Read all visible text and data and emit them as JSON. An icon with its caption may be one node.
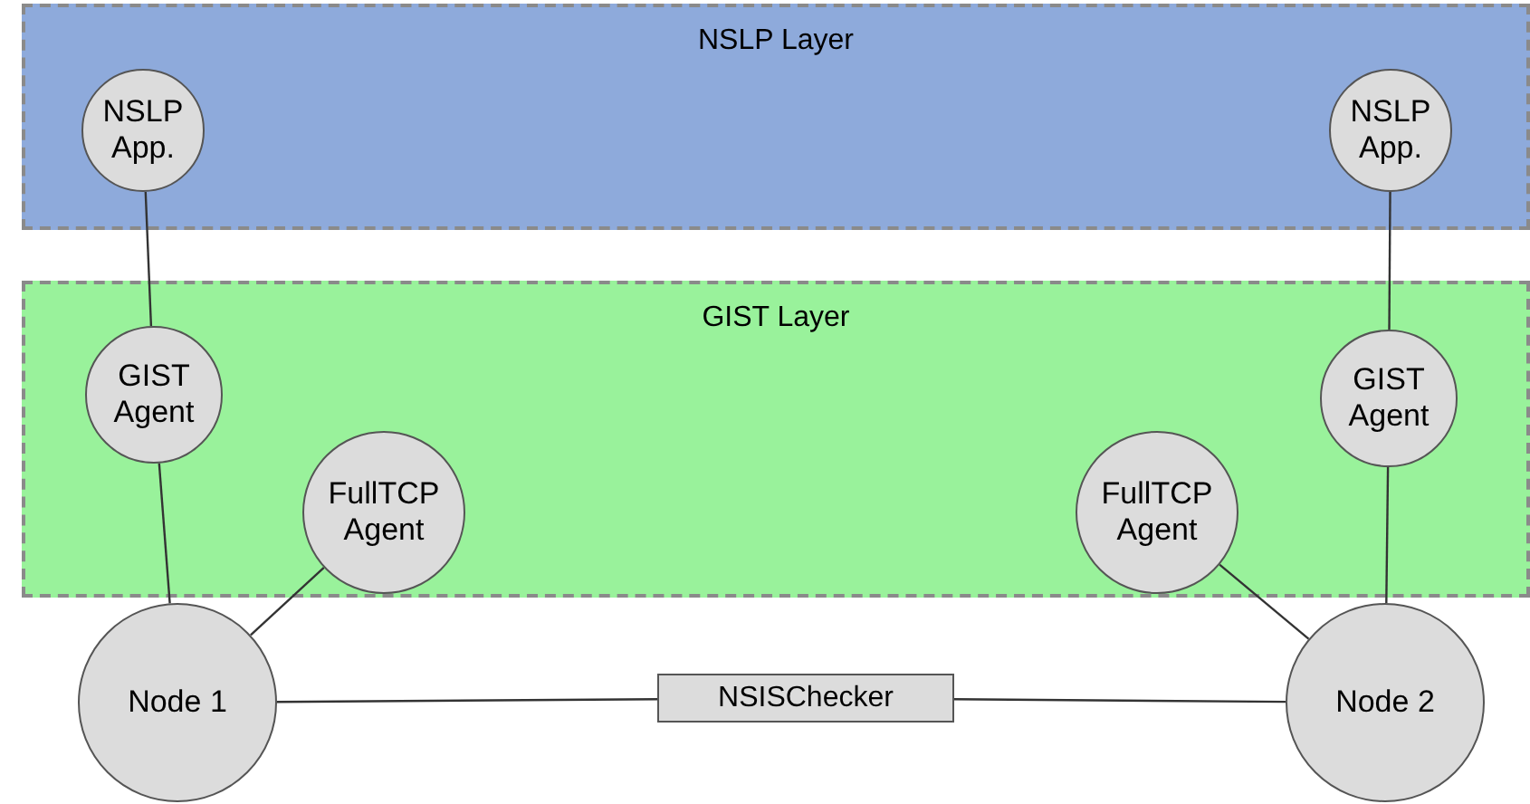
{
  "diagram": {
    "nodes": [
      {
        "text": [
          "NSLP Layer"
        ]
      },
      {
        "text": [
          "NSLP App."
        ],
        "in": 0
      },
      {
        "text": [
          "NSLP App."
        ],
        "in": 0
      },
      {
        "text": [
          "GIST Layer"
        ]
      },
      {
        "text": [
          "GIST Agent"
        ],
        "in": 3
      },
      {
        "text": [
          "FullTCP Agent"
        ],
        "in": 3
      },
      {
        "text": [
          "FullTCP Agent"
        ],
        "in": 3
      },
      {
        "text": [
          "GIST Agent"
        ],
        "in": 3
      },
      {
        "text": [
          "Node 1"
        ]
      },
      {
        "text": [
          "NSISChecker"
        ]
      },
      {
        "text": [
          "Node 2"
        ]
      }
    ],
    "edges": [
      {
        "from": 1,
        "to": 4,
        "arrow": "none"
      },
      {
        "from": 2,
        "to": 7,
        "arrow": "none"
      },
      {
        "from": 4,
        "to": 8,
        "arrow": "none"
      },
      {
        "from": 5,
        "to": 8,
        "arrow": "none"
      },
      {
        "from": 7,
        "to": 10,
        "arrow": "none"
      },
      {
        "from": 6,
        "to": 10,
        "arrow": "none"
      },
      {
        "from": 8,
        "to": 9,
        "arrow": "none"
      },
      {
        "from": 9,
        "to": 10,
        "arrow": "none"
      }
    ]
  }
}
